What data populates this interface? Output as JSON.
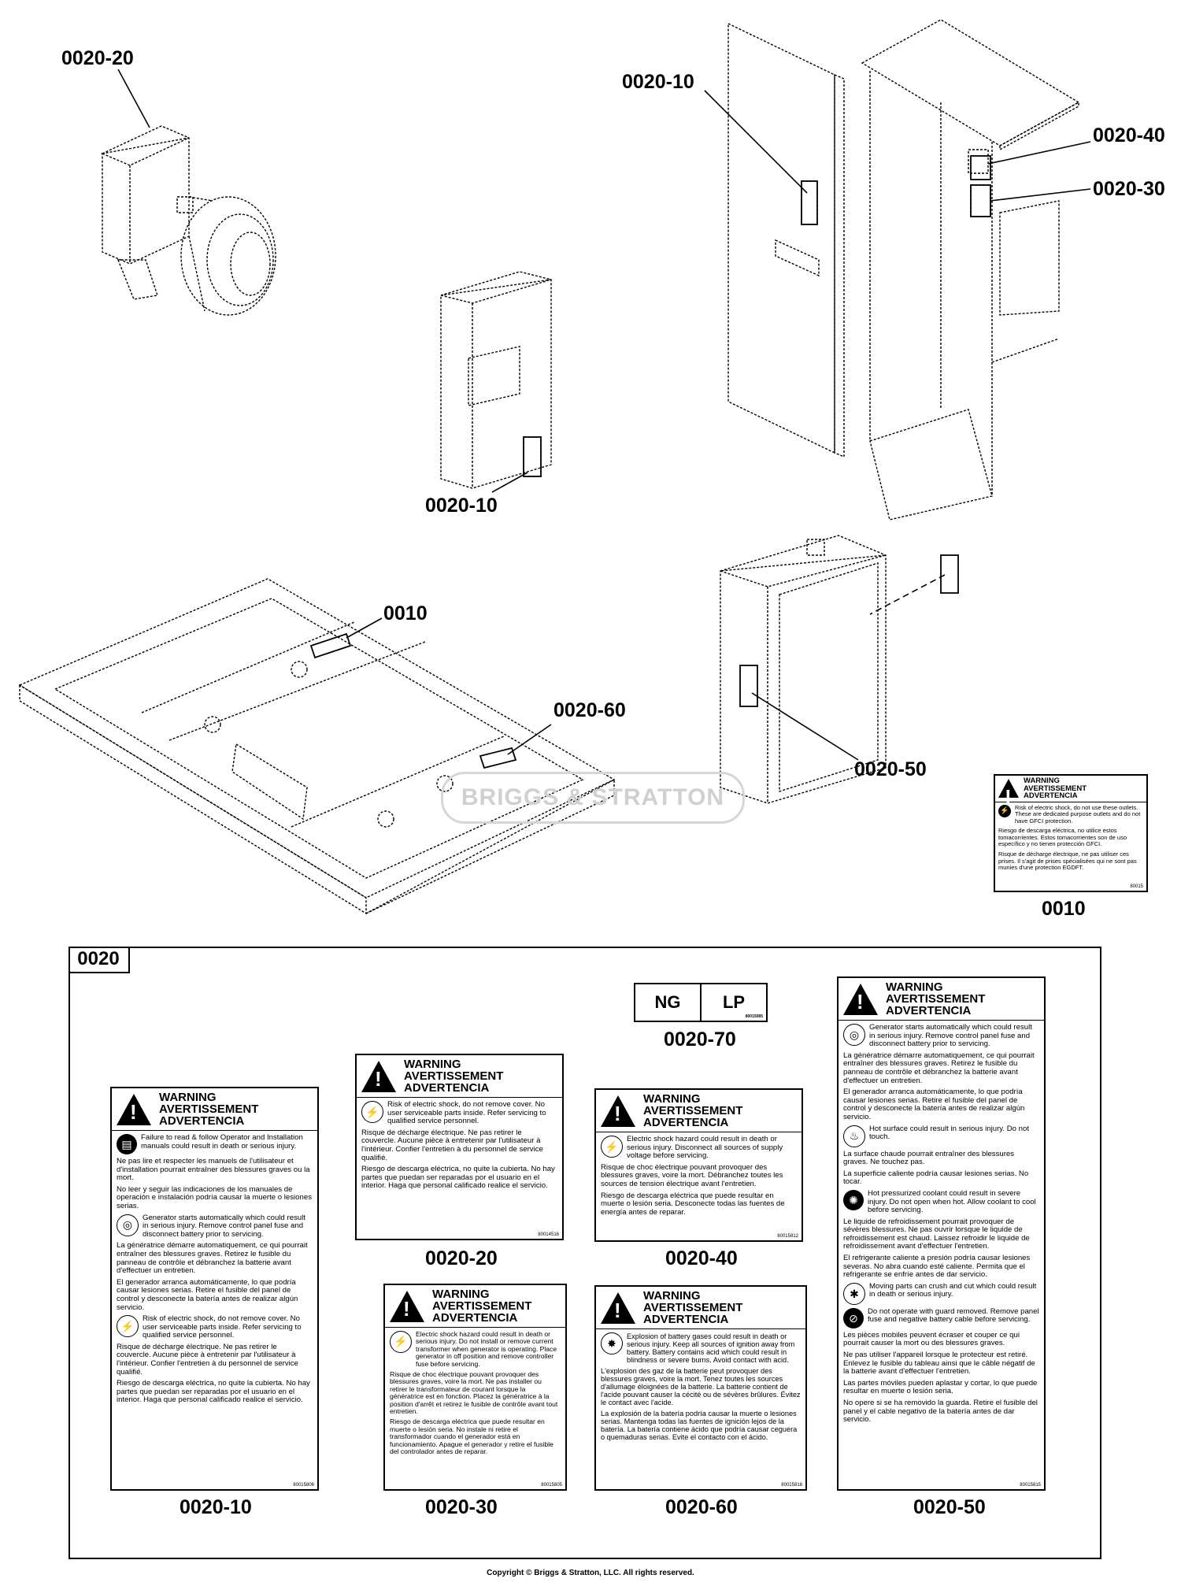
{
  "callouts": {
    "c_0020_20_top": "0020-20",
    "c_0020_10_top": "0020-10",
    "c_0020_40": "0020-40",
    "c_0020_30": "0020-30",
    "c_0020_10_mid": "0020-10",
    "c_0010_top": "0010",
    "c_0020_60": "0020-60",
    "c_0020_50": "0020-50",
    "c_0010_bottom": "0010"
  },
  "watermark": "BRIGGS & STRATTON",
  "frame_label": "0020",
  "ng_lp": {
    "ng": "NG",
    "lp": "LP",
    "part": "80015085",
    "caption": "0020-70"
  },
  "label_0010": {
    "h1": "WARNING",
    "h2": "AVERTISSEMENT",
    "h3": "ADVERTENCIA",
    "en": "Risk of electric shock, do not use these outlets. These are dedicated purpose outlets and do not have GFCI protection.",
    "es": "Riesgo de descarga eléctrica, no utilice estos tomacorrientes. Estos tomacorrientes son de uso específico y no tienen protección GFCI.",
    "fr": "Risque de décharge électrique, ne pas utiliser ces prises. Il s'agit de prises spécialisées qui ne sont pas munies d'une protection EGDFT.",
    "part": "80015"
  },
  "label_10": {
    "h1": "WARNING",
    "h2": "AVERTISSEMENT",
    "h3": "ADVERTENCIA",
    "p1": "Failure to read & follow Operator and Installation manuals could result in death or serious injury.",
    "p2": "Ne pas lire et respecter les manuels de l'utilisateur et d'installation pourrait entraîner des blessures graves ou la mort.",
    "p3": "No leer y seguir las indicaciones de los manuales de operación e instalación podría causar la muerte o lesiones serias.",
    "p4": "Generator starts automatically which could result in serious injury.  Remove control panel fuse and disconnect battery prior to servicing.",
    "p5": "La génératrice démarre automatiquement, ce qui pourrait entraîner des blessures graves.  Retirez le fusible du panneau de contrôle et débranchez la batterie avant d'effectuer un entretien.",
    "p6": "El generador arranca automáticamente, lo que podría causar lesiones serias.  Retire el fusible del panel de control y desconecte la batería antes de realizar algún servicio.",
    "p7": "Risk of electric shock, do not remove cover. No user serviceable parts inside.  Refer servicing to qualified service personnel.",
    "p8": "Risque de décharge électrique. Ne pas retirer le couvercle. Aucune pièce à entretenir par l'utilisateur à l'intérieur.  Confier l'entretien à du personnel de service qualifié.",
    "p9": "Riesgo de descarga eléctrica, no quite la cubierta. No hay partes que puedan ser reparadas por el usuario en el interior.  Haga que personal calificado realice el servicio.",
    "part": "80015806",
    "caption": "0020-10"
  },
  "label_20": {
    "h1": "WARNING",
    "h2": "AVERTISSEMENT",
    "h3": "ADVERTENCIA",
    "p1": "Risk of electric shock, do not remove cover. No user serviceable parts inside. Refer servicing to qualified service personnel.",
    "p2": "Risque de décharge électrique. Ne pas retirer le couvercle. Aucune pièce à entretenir par l'utilisateur à l'intérieur. Confier l'entretien à du personnel de service qualifié.",
    "p3": "Riesgo de descarga eléctrica, no quite la cubierta. No hay partes que puedan ser reparadas por el usuario en el interior. Haga que personal calificado realice el servicio.",
    "part": "80014516",
    "caption": "0020-20"
  },
  "label_40": {
    "h1": "WARNING",
    "h2": "AVERTISSEMENT",
    "h3": "ADVERTENCIA",
    "p1": "Electric shock hazard could result in death or serious injury. Disconnect all sources of supply voltage before servicing.",
    "p2": "Risque de choc électrique pouvant provoquer des blessures graves, voire la mort. Débranchez toutes les sources de tension électrique avant l'entretien.",
    "p3": "Riesgo de descarga eléctrica que puede resultar en muerte o lesión seria. Desconecte todas las fuentes de energía antes de reparar.",
    "part": "80015812",
    "caption": "0020-40"
  },
  "label_30": {
    "h1": "WARNING",
    "h2": "AVERTISSEMENT",
    "h3": "ADVERTENCIA",
    "p1": "Electric shock hazard could result in death or serious injury. Do not install or remove current transformer when generator is operating. Place generator in off position and remove controller fuse before servicing.",
    "p2": "Risque de choc électrique pouvant provoquer des blessures graves, voire la mort. Ne pas installer ou retirer le transformateur de courant lorsque la génératrice est en fonction. Placez la génératrice à la position d'arrêt et retirez le fusible de contrôle avant tout entretien.",
    "p3": "Riesgo de descarga eléctrica que puede resultar en muerte o lesión seria. No instale ni retire el transformador cuando el generador está en funcionamiento. Apague el generador y retire el fusible del controlador antes de reparar.",
    "part": "80015805",
    "caption": "0020-30"
  },
  "label_60": {
    "h1": "WARNING",
    "h2": "AVERTISSEMENT",
    "h3": "ADVERTENCIA",
    "p1": "Explosion of battery gases could result in death or serious injury. Keep all sources of ignition away from battery. Battery contains acid which could result in blindness or severe burns. Avoid contact with acid.",
    "p2": "L'explosion des gaz de la batterie peut provoquer des blessures graves, voire la mort. Tenez toutes les sources d'allumage éloignées de la batterie. La batterie contient de l'acide pouvant causer la cécité ou de sévères brûlures. Évitez le contact avec l'acide.",
    "p3": "La explosión de la batería podría causar la muerte o lesiones serias. Mantenga todas las fuentes de ignición lejos de la batería. La batería contiene ácido que podría causar ceguera o quemaduras serias. Evite el contacto con el ácido.",
    "part": "80015816",
    "caption": "0020-60"
  },
  "label_50": {
    "h1": "WARNING",
    "h2": "AVERTISSEMENT",
    "h3": "ADVERTENCIA",
    "p1": "Generator starts automatically which could result in serious injury.  Remove control panel fuse and disconnect battery prior to servicing.",
    "p2": "La génératrice démarre automatiquement, ce qui pourrait entraîner des blessures graves.  Retirez le fusible du panneau de contrôle et débranchez la batterie avant d'effectuer un entretien.",
    "p3": "El generador arranca automáticamente, lo que podría causar lesiones serias. Retire el fusible del panel de control y desconecte la batería antes de realizar algún servicio.",
    "p4": "Hot surface could result in serious injury.  Do not touch.",
    "p5": "La surface chaude pourrait entraîner des blessures graves.  Ne touchez pas.",
    "p6": "La superficie caliente podría causar lesiones serias.  No tocar.",
    "p7": "Hot pressurized coolant could result in severe injury.  Do not open when hot.  Allow coolant to cool before servicing.",
    "p8": "Le liquide de refroidissement pourrait provoquer de sévères blessures.  Ne pas ouvrir lorsque le liquide de refroidissement est chaud.  Laissez refroidir le liquide de refroidissement avant d'effectuer l'entretien.",
    "p9": "El refrigerante caliente a presión podría causar lesiones severas. No abra cuando esté caliente. Permita que el refrigerante se enfríe antes de dar servicio.",
    "p10": "Moving parts can crush and cut which could result in death or serious injury.",
    "p11": "Do not operate with guard removed. Remove panel fuse and negative battery cable before servicing.",
    "p12": "Les pièces mobiles peuvent écraser et couper ce qui pourrait causer la mort ou des blessures graves.",
    "p13": "Ne pas utiliser l'appareil lorsque le protecteur est retiré. Enlevez le fusible du tableau ainsi que le câble négatif de la batterie avant d'effectuer l'entretien.",
    "p14": "Las partes móviles pueden aplastar y cortar, lo que puede resultar en muerte o lesión seria.",
    "p15": "No opere si se ha removido la guarda. Retire el fusible del panel y el cable negativo de la batería antes de dar servicio.",
    "part": "80015815",
    "caption": "0020-50"
  },
  "copyright": "Copyright © Briggs & Stratton, LLC. All rights reserved."
}
